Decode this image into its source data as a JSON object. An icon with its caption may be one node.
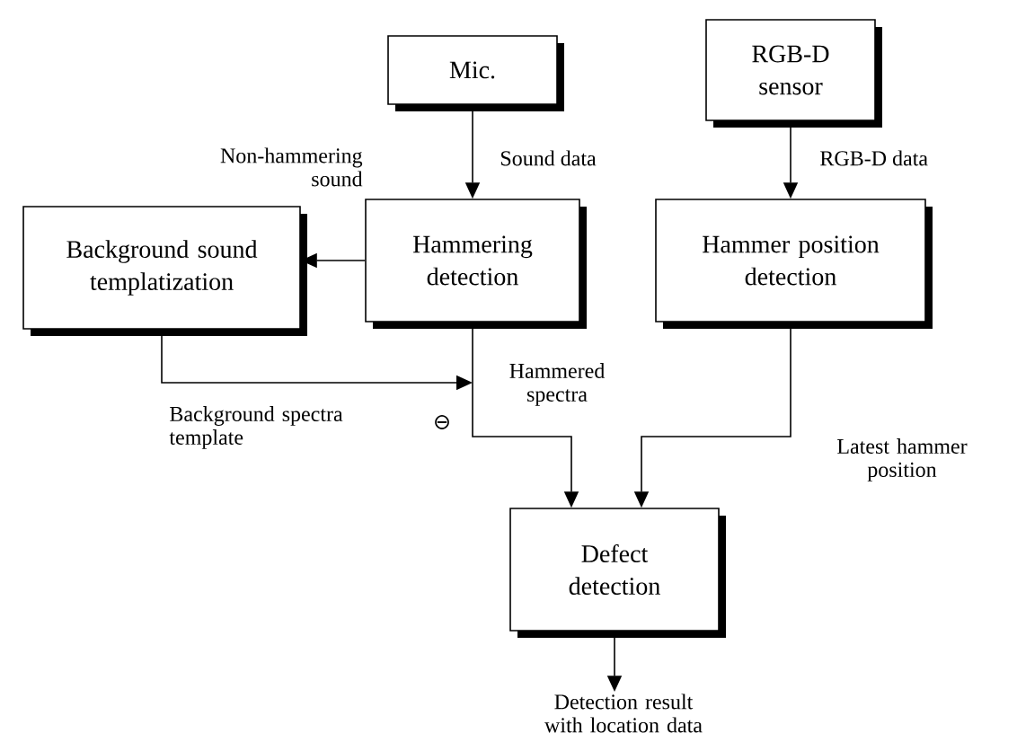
{
  "diagram": {
    "nodes": [
      {
        "text": [
          "Mic."
        ]
      },
      {
        "text": [
          "RGB-D sensor"
        ]
      },
      {
        "text": [
          "Background sound templatization"
        ]
      },
      {
        "text": [
          "Hammering detection"
        ]
      },
      {
        "text": [
          "Hammer position detection"
        ]
      },
      {
        "text": [
          "Defect detection"
        ]
      },
      {
        "text": [
          "Detection result with location data"
        ]
      }
    ],
    "edges": [
      {
        "from": 0,
        "to": 3,
        "arrow": "to",
        "label": "Sound data"
      },
      {
        "from": 1,
        "to": 4,
        "arrow": "to",
        "label": "RGB-D data"
      },
      {
        "from": 3,
        "to": 2,
        "arrow": "to",
        "label": "Non-hammering sound"
      },
      {
        "from": 2,
        "to": null,
        "arrow": "to",
        "label": "Background spectra template"
      },
      {
        "from": 3,
        "to": 5,
        "arrow": "to",
        "label": "Hammered spectra"
      },
      {
        "from": 4,
        "to": 5,
        "arrow": "to",
        "label": "Latest hammer position"
      },
      {
        "from": 5,
        "to": 6,
        "arrow": "to"
      }
    ],
    "labels": [
      "⊖"
    ]
  }
}
